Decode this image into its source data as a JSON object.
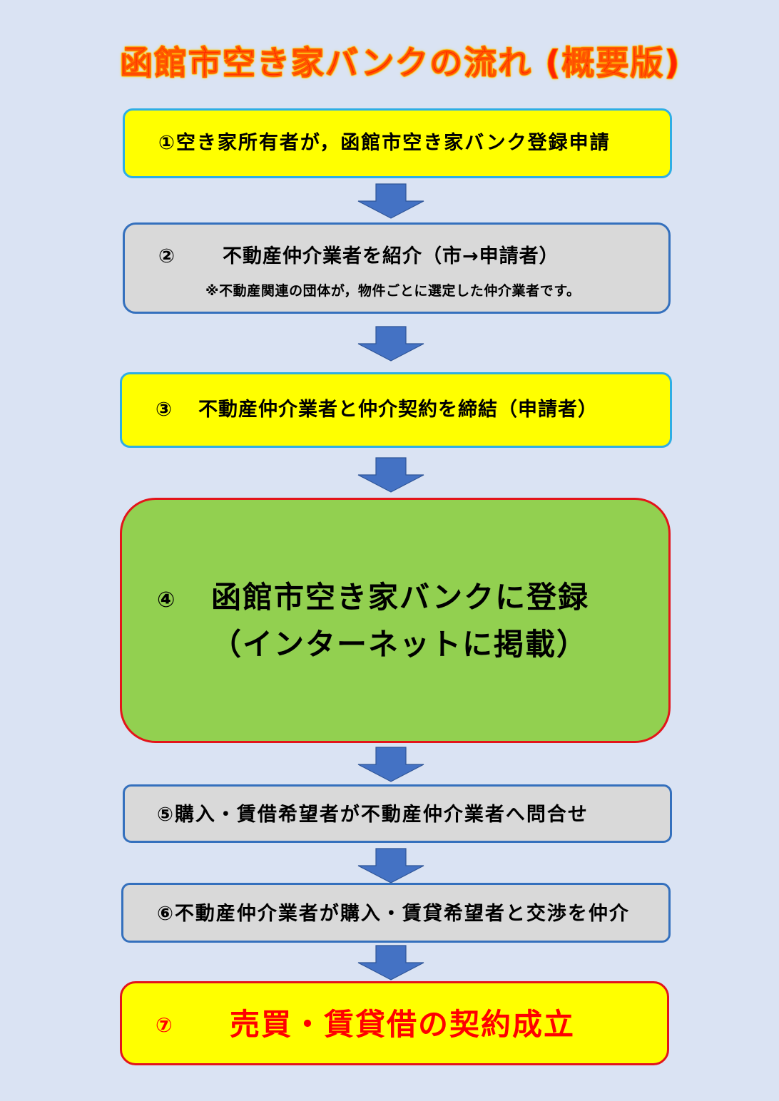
{
  "title": "函館市空き家バンクの流れ (概要版)",
  "colors": {
    "background": "#dae3f3",
    "yellow_fill": "#ffff00",
    "gray_fill": "#d9d9d9",
    "green_fill": "#92d050",
    "cyan_border": "#2eaee4",
    "blue_border": "#3470bd",
    "red_border": "#e3151a",
    "arrow": "#4472c4",
    "title_red": "#ff2400",
    "highlight_red": "#ff0000"
  },
  "steps": [
    {
      "num": "①",
      "text": "空き家所有者が，函館市空き家バンク登録申請"
    },
    {
      "num": "②",
      "text": "不動産仲介業者を紹介（市→申請者）",
      "note": "※不動産関連の団体が，物件ごとに選定した仲介業者です。"
    },
    {
      "num": "③",
      "text": "不動産仲介業者と仲介契約を締結（申請者）"
    },
    {
      "num": "④",
      "text": "函館市空き家バンクに登録",
      "text2": "（インターネットに掲載）"
    },
    {
      "num": "⑤",
      "text": "購入・賃借希望者が不動産仲介業者へ問合せ"
    },
    {
      "num": "⑥",
      "text": "不動産仲介業者が購入・賃貸希望者と交渉を仲介"
    },
    {
      "num": "⑦",
      "text": "売買・賃貸借の契約成立"
    }
  ]
}
